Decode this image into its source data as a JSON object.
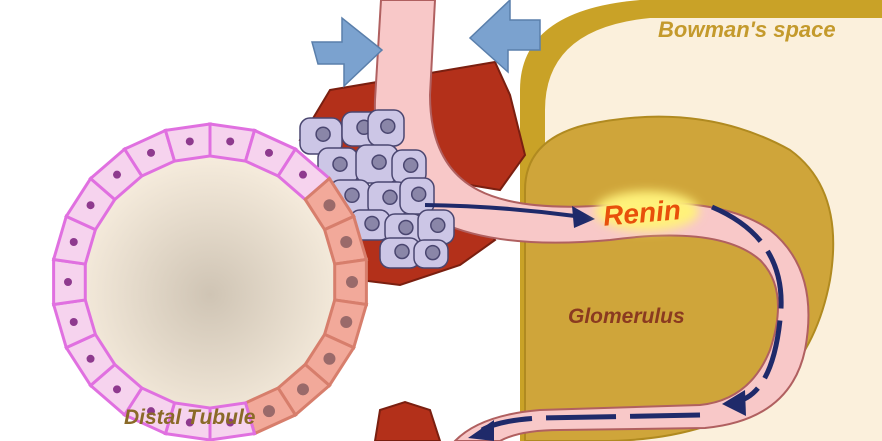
{
  "labels": {
    "bowmans_space": "Bowman's space",
    "renin": "Renin",
    "glomerulus": "Glomerulus",
    "distal_tubule": "Distal Tubule"
  },
  "colors": {
    "capsule_outer": "#c9a227",
    "bowman_space_fill": "#fbf0dc",
    "glomerulus_fill": "#cfa53a",
    "arteriole_fill": "#f8c8c8",
    "arteriole_stroke": "#b06060",
    "smooth_muscle": "#b3301a",
    "granular_cell": "#ccc6e6",
    "granular_nucleus": "#8a86a8",
    "tubule_wall": "#e070e0",
    "tubule_lumen": "#f4e7d6",
    "macula_densa": "#f2a99a",
    "flow_arrow": "#1f2a6a",
    "pressure_arrow": "#7ba2cf",
    "renin_text": "#e8500a",
    "renin_glow": "#fff27a",
    "label_text": "#8a6a28"
  }
}
